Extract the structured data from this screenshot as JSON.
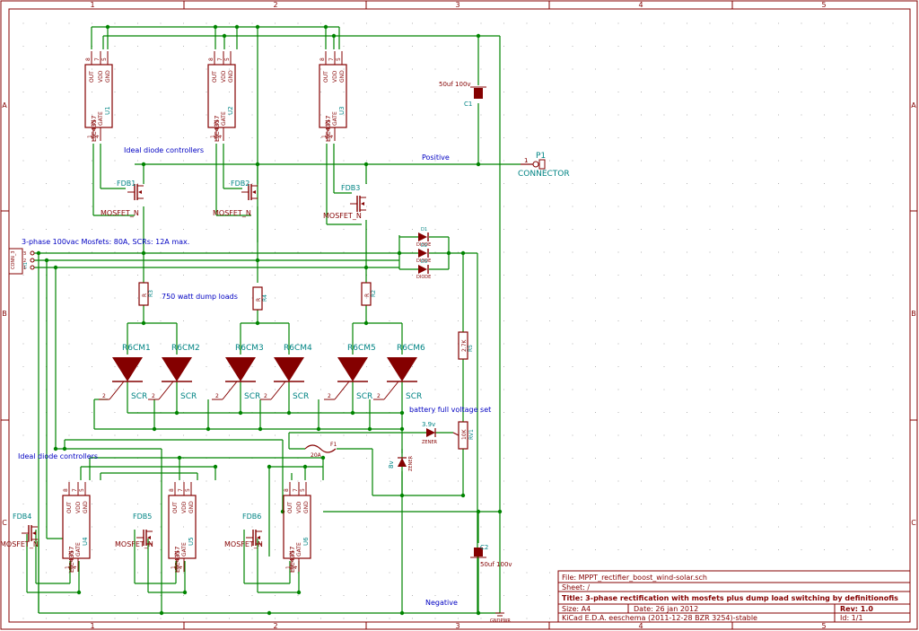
{
  "colors": {
    "frame": "#840000",
    "wire": "#008400",
    "part": "#840000",
    "ref": "#008484",
    "note": "#0000c2",
    "grid": "#8c8c8c",
    "title_text": "#840000"
  },
  "frame": {
    "columns": [
      "1",
      "2",
      "3",
      "4",
      "5"
    ],
    "rows": [
      "A",
      "B",
      "C"
    ]
  },
  "notes": {
    "ideal_top": "Ideal diode controllers",
    "ideal_bottom": "Ideal diode controllers",
    "three_phase": "3-phase 100vac Mosfets: 80A, SCRs: 12A max.",
    "dump_loads": "750 watt dump loads",
    "positive": "Positive",
    "negative": "Negative",
    "battery_set": "battery full voltage set"
  },
  "controllers": [
    {
      "ref": "U1",
      "part": "LTC4357"
    },
    {
      "ref": "U2",
      "part": "LTC4357"
    },
    {
      "ref": "U3",
      "part": "LTC4357"
    },
    {
      "ref": "U4",
      "part": "LTC4357"
    },
    {
      "ref": "U5",
      "part": "LTC4357"
    },
    {
      "ref": "U6",
      "part": "LTC4357"
    }
  ],
  "controller_pins": {
    "out": "OUT",
    "vdd": "VDD",
    "gnd": "GND",
    "in": "IN",
    "gate": "GATE"
  },
  "mosfets": [
    {
      "ref": "FDB1",
      "value": "MOSFET_N"
    },
    {
      "ref": "FDB2",
      "value": "MOSFET_N"
    },
    {
      "ref": "FDB3",
      "value": "MOSFET_N"
    },
    {
      "ref": "FDB4",
      "value": "MOSFET_N"
    },
    {
      "ref": "FDB5",
      "value": "MOSFET_N"
    },
    {
      "ref": "FDB6",
      "value": "MOSFET_N"
    }
  ],
  "scrs": [
    {
      "ref": "R6CM1",
      "value": "SCR"
    },
    {
      "ref": "R6CM2",
      "value": "SCR"
    },
    {
      "ref": "R6CM3",
      "value": "SCR"
    },
    {
      "ref": "R6CM4",
      "value": "SCR"
    },
    {
      "ref": "R6CM5",
      "value": "SCR"
    },
    {
      "ref": "R6CM6",
      "value": "SCR"
    }
  ],
  "resistors": [
    {
      "ref": "R3",
      "value": "R"
    },
    {
      "ref": "R4",
      "value": "R"
    },
    {
      "ref": "R2",
      "value": "R"
    },
    {
      "ref": "R5",
      "value": "2.7K"
    }
  ],
  "pot": {
    "ref": "RV1",
    "value": "10K"
  },
  "caps": [
    {
      "ref": "C1",
      "value": "50uf 100v"
    },
    {
      "ref": "C2",
      "value": "50uf 100v"
    }
  ],
  "diodes": [
    {
      "ref": "D1",
      "value": "DIODE"
    },
    {
      "ref": "D2",
      "value": "DIODE"
    },
    {
      "ref": "D3",
      "value": "DIODE"
    }
  ],
  "zeners": [
    {
      "ref": "3.9v",
      "value": "ZENER"
    },
    {
      "ref": "8v",
      "value": "ZENER"
    }
  ],
  "fuse": {
    "ref": "F1",
    "value": "20A"
  },
  "connector": {
    "ref": "P1",
    "value": "CONNECTOR",
    "pin": "1"
  },
  "phase_conn": {
    "ref": "H1",
    "value": "CONN_3",
    "pins": [
      "3",
      "2",
      "1"
    ]
  },
  "power_flag": {
    "value": "GNDPWR"
  },
  "title_block": {
    "file": "File: MPPT_rectifier_boost_wind-solar.sch",
    "sheet": "Sheet: /",
    "title": "Title: 3-phase rectification with mosfets plus dump load switching by definitionofis",
    "size": "Size: A4",
    "date": "Date: 26 jan 2012",
    "rev": "Rev: 1.0",
    "tool": "KiCad E.D.A.  eeschema (2011-12-28 BZR 3254)-stable",
    "id": "Id: 1/1"
  }
}
